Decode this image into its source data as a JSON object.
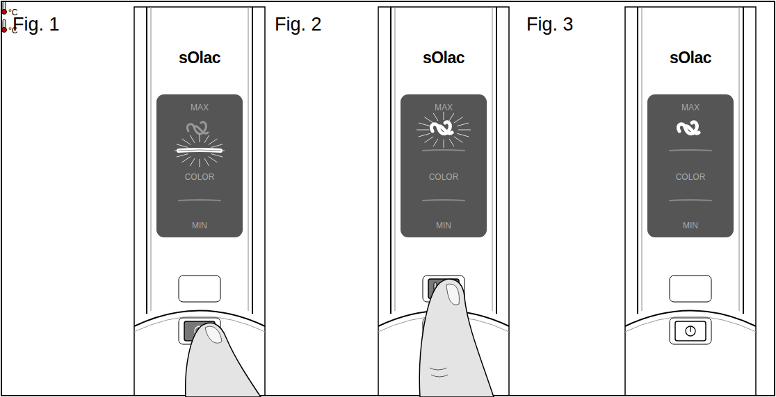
{
  "diagram": {
    "nodes": [
      {
        "text": [
          "MAX",
          "COLOR",
          "MIN"
        ]
      },
      {
        "text": [
          "°C"
        ]
      },
      {
        "text": [
          "MAX",
          "COLOR",
          "MIN"
        ]
      },
      {
        "text": [
          "MAX",
          "COLOR",
          "MIN"
        ]
      },
      {
        "text": [
          "°C"
        ]
      }
    ],
    "labels": [
      "Fig. 1",
      "Fig. 2",
      "Fig. 3",
      "sOlac",
      "sOlac",
      "sOlac"
    ]
  }
}
